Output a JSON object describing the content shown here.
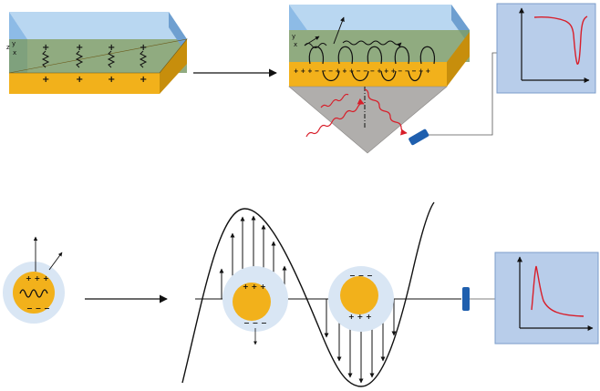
{
  "colors": {
    "gold_front": "#f2b11b",
    "gold_top": "#c9b04a",
    "gold_side": "#c78e0c",
    "water_front": "#8dbbe6",
    "water_top": "#b9d7f1",
    "water_side": "#6e9fd0",
    "prism": "#b0aeac",
    "chart_bg": "#b8cdea",
    "chart_border": "#7b9cc9",
    "curve_red": "#d81e2a",
    "detector_blue": "#1f5fae",
    "halo": "#d9e6f4",
    "arrow": "#111111"
  },
  "labels": {
    "axis_y": "y",
    "axis_x": "x",
    "axis_z": "z",
    "plus": "+",
    "minus": "−",
    "plus_row": "+ + +",
    "minus_row": "− − −",
    "surface_charges": "+ + + − − − + + + − − − + + + − − − + +"
  },
  "icons": {
    "detector": "detector-icon",
    "light_ray": "light-ray-icon",
    "arrow": "arrow-icon"
  }
}
